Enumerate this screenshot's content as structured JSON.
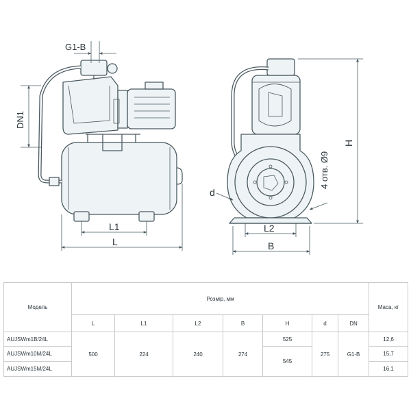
{
  "drawing": {
    "label_g1b": "G1-B",
    "label_dn1": "DN1",
    "label_l1": "L1",
    "label_l": "L",
    "label_d": "d",
    "label_l2": "L2",
    "label_b": "B",
    "label_h": "H",
    "label_holes": "4 отв. Ø9",
    "line_color": "#4a5a60",
    "fill_color": "#eef3f5"
  },
  "table": {
    "col_model": "Модель",
    "group_header": "Розмір, мм",
    "col_mass": "Маса, кг",
    "columns": [
      "L",
      "L1",
      "L2",
      "B",
      "H",
      "d",
      "DN"
    ],
    "rows": [
      {
        "model": "AUJSWm1B/24L",
        "mass": "12,6"
      },
      {
        "model": "AUJSWm10M/24L",
        "mass": "15,7"
      },
      {
        "model": "AUJSWm15M/24L",
        "mass": "16,1"
      }
    ],
    "shared": {
      "L": "500",
      "L1": "224",
      "L2": "240",
      "B": "274",
      "d": "275",
      "DN": "G1-B"
    },
    "h_values": [
      "525",
      "545"
    ]
  }
}
